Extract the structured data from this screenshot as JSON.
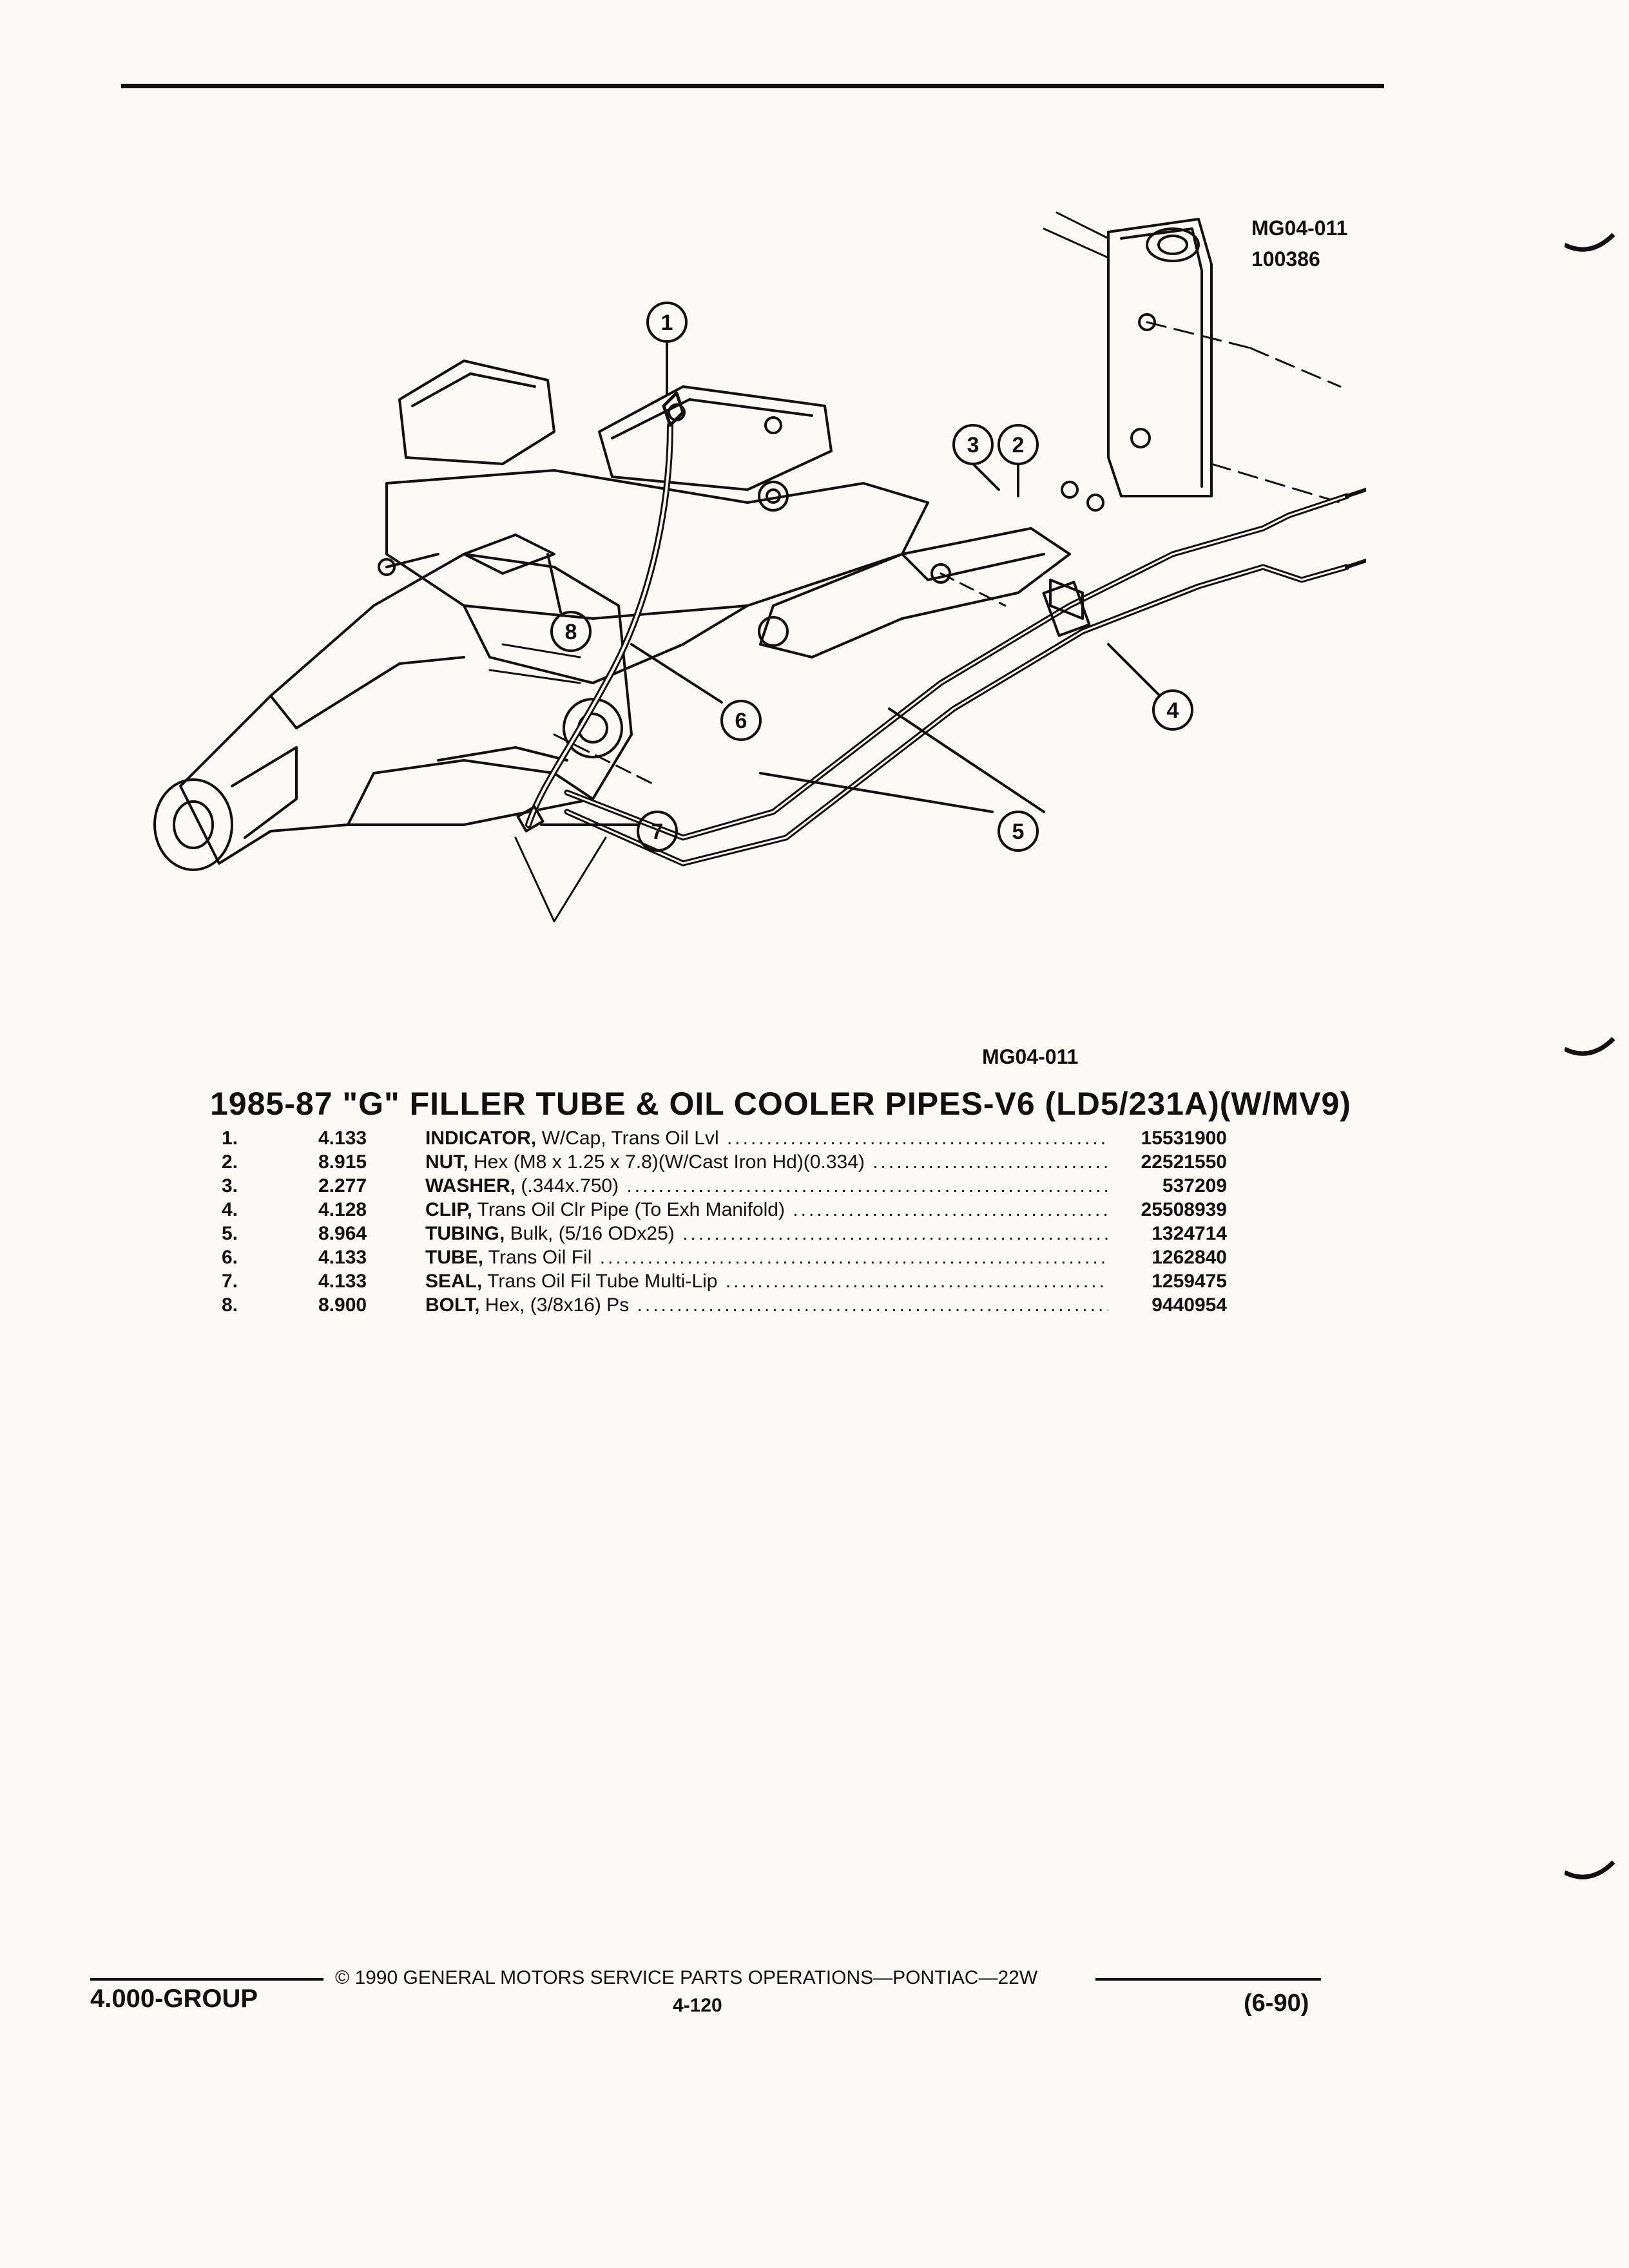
{
  "figure": {
    "id_top": "MG04-011",
    "code": "100386",
    "id_bottom": "MG04-011",
    "callouts": [
      "1",
      "2",
      "3",
      "4",
      "5",
      "6",
      "7",
      "8"
    ]
  },
  "title": "1985-87 \"G\" FILLER TUBE & OIL COOLER PIPES-V6 (LD5/231A)(W/MV9)",
  "parts": [
    {
      "num": "1.",
      "group": "4.133",
      "name": "INDICATOR,",
      "desc": " W/Cap, Trans Oil Lvl",
      "part_no": "15531900"
    },
    {
      "num": "2.",
      "group": "8.915",
      "name": "NUT,",
      "desc": " Hex (M8 x 1.25 x 7.8)(W/Cast Iron Hd)(0.334)",
      "part_no": "22521550"
    },
    {
      "num": "3.",
      "group": "2.277",
      "name": "WASHER,",
      "desc": " (.344x.750)",
      "part_no": "537209"
    },
    {
      "num": "4.",
      "group": "4.128",
      "name": "CLIP,",
      "desc": " Trans Oil Clr Pipe (To Exh Manifold)",
      "part_no": "25508939"
    },
    {
      "num": "5.",
      "group": "8.964",
      "name": "TUBING,",
      "desc": " Bulk, (5/16 ODx25)",
      "part_no": "1324714"
    },
    {
      "num": "6.",
      "group": "4.133",
      "name": "TUBE,",
      "desc": " Trans Oil Fil",
      "part_no": "1262840"
    },
    {
      "num": "7.",
      "group": "4.133",
      "name": "SEAL,",
      "desc": " Trans Oil Fil Tube Multi-Lip",
      "part_no": "1259475"
    },
    {
      "num": "8.",
      "group": "8.900",
      "name": "BOLT,",
      "desc": " Hex, (3/8x16) Ps",
      "part_no": "9440954"
    }
  ],
  "footer": {
    "group": "4.000-GROUP",
    "copyright": "© 1990 GENERAL MOTORS SERVICE PARTS OPERATIONS—PONTIAC—22W",
    "page": "4-120",
    "date": "(6-90)"
  }
}
